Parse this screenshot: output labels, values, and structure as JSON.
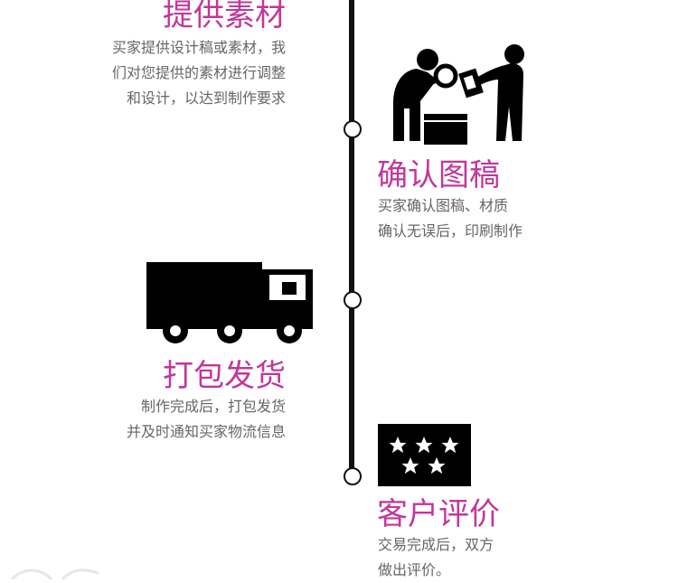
{
  "colors": {
    "accent": "#c2379b",
    "text": "#666666",
    "line": "#111111"
  },
  "steps": [
    {
      "title": "提供素材",
      "desc": [
        "买家提供设计稿或素材，我",
        "们对您提供的素材进行调整",
        "和设计，以达到制作要求"
      ],
      "icon": "materials-icon"
    },
    {
      "title": "确认图稿",
      "desc": [
        "买家确认图稿、材质",
        "确认无误后，印刷制作"
      ],
      "icon": "confirm-draft-icon"
    },
    {
      "title": "打包发货",
      "desc": [
        "制作完成后，打包发货",
        "并及时通知买家物流信息"
      ],
      "icon": "delivery-truck-icon"
    },
    {
      "title": "客户评价",
      "desc": [
        "交易完成后，双方",
        "做出评价。"
      ],
      "icon": "five-stars-icon"
    }
  ]
}
